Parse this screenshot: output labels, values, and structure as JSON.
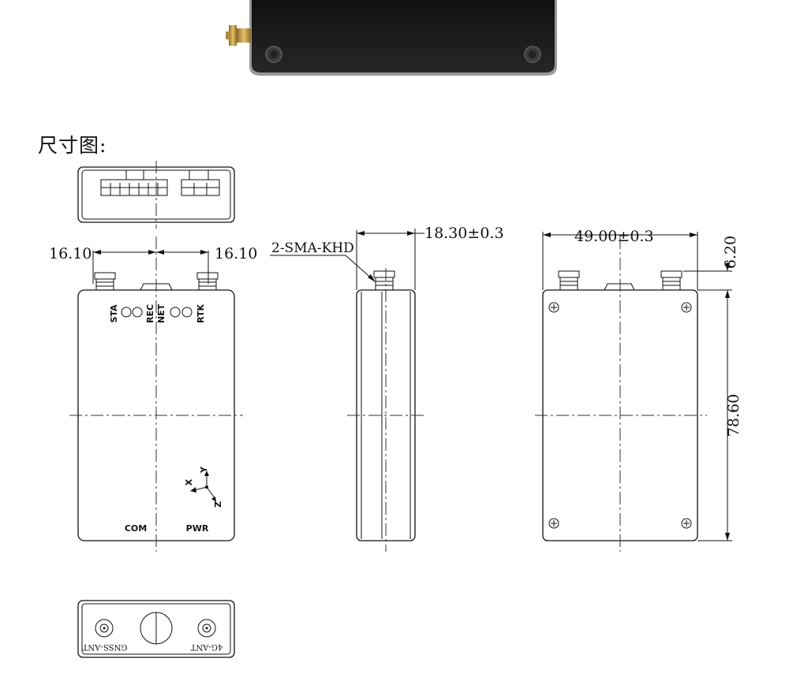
{
  "section_title": "尺寸图:",
  "front_view": {
    "labels": {
      "sta": "STA",
      "rec": "REC",
      "net": "NET",
      "rtk": "RTK",
      "com": "COM",
      "pwr": "PWR"
    },
    "axes": {
      "x": "X",
      "y": "Y",
      "z": "Z"
    }
  },
  "bottom_view": {
    "gnss_label": "GNSS-ANT",
    "lte_label": "4G-ANT"
  },
  "dimensions": {
    "left_offset": "16.10",
    "right_offset": "16.10",
    "connector": "2-SMA-KHD",
    "depth": "18.30±0.3",
    "width": "49.00±0.3",
    "connector_height": "6.20",
    "height": "78.60"
  },
  "colors": {
    "line": "#111111",
    "device_body": "#1a1a1a",
    "sma_gold": "#c9a24a"
  }
}
